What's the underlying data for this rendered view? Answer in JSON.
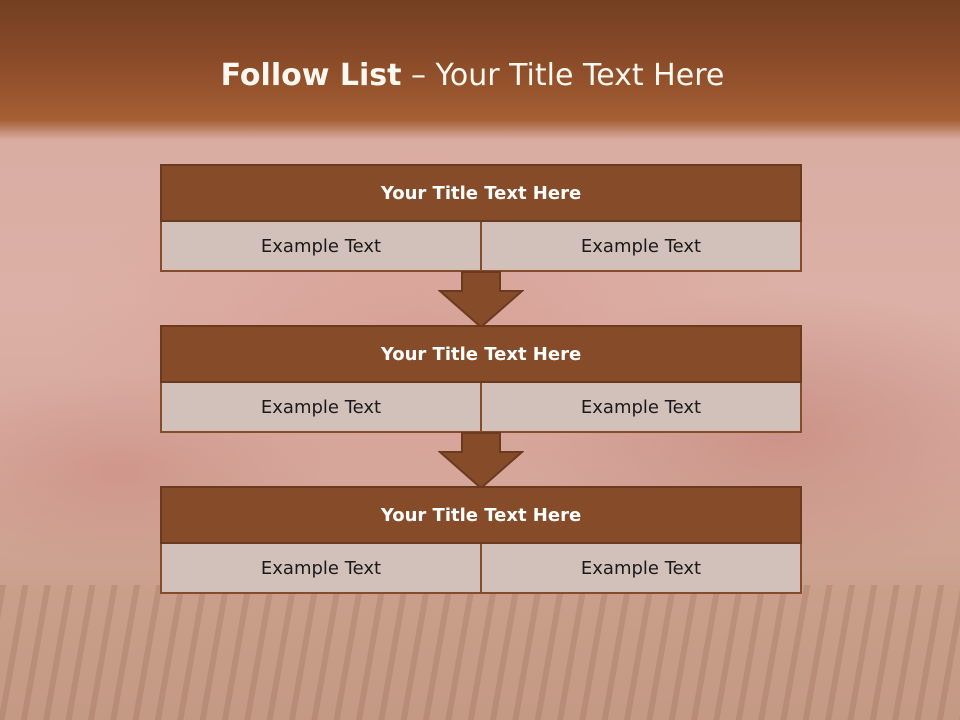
{
  "slide": {
    "title_bold": "Follow List",
    "title_rest": " – Your Title Text Here",
    "blocks": [
      {
        "title": "Your Title Text Here",
        "left": "Example Text",
        "right": "Example Text"
      },
      {
        "title": "Your Title Text Here",
        "left": "Example Text",
        "right": "Example Text"
      },
      {
        "title": "Your Title Text Here",
        "left": "Example Text",
        "right": "Example Text"
      }
    ]
  },
  "colors": {
    "accent": "#864c2a",
    "header": "#8a4b28",
    "cell": "#d2c0ba"
  }
}
